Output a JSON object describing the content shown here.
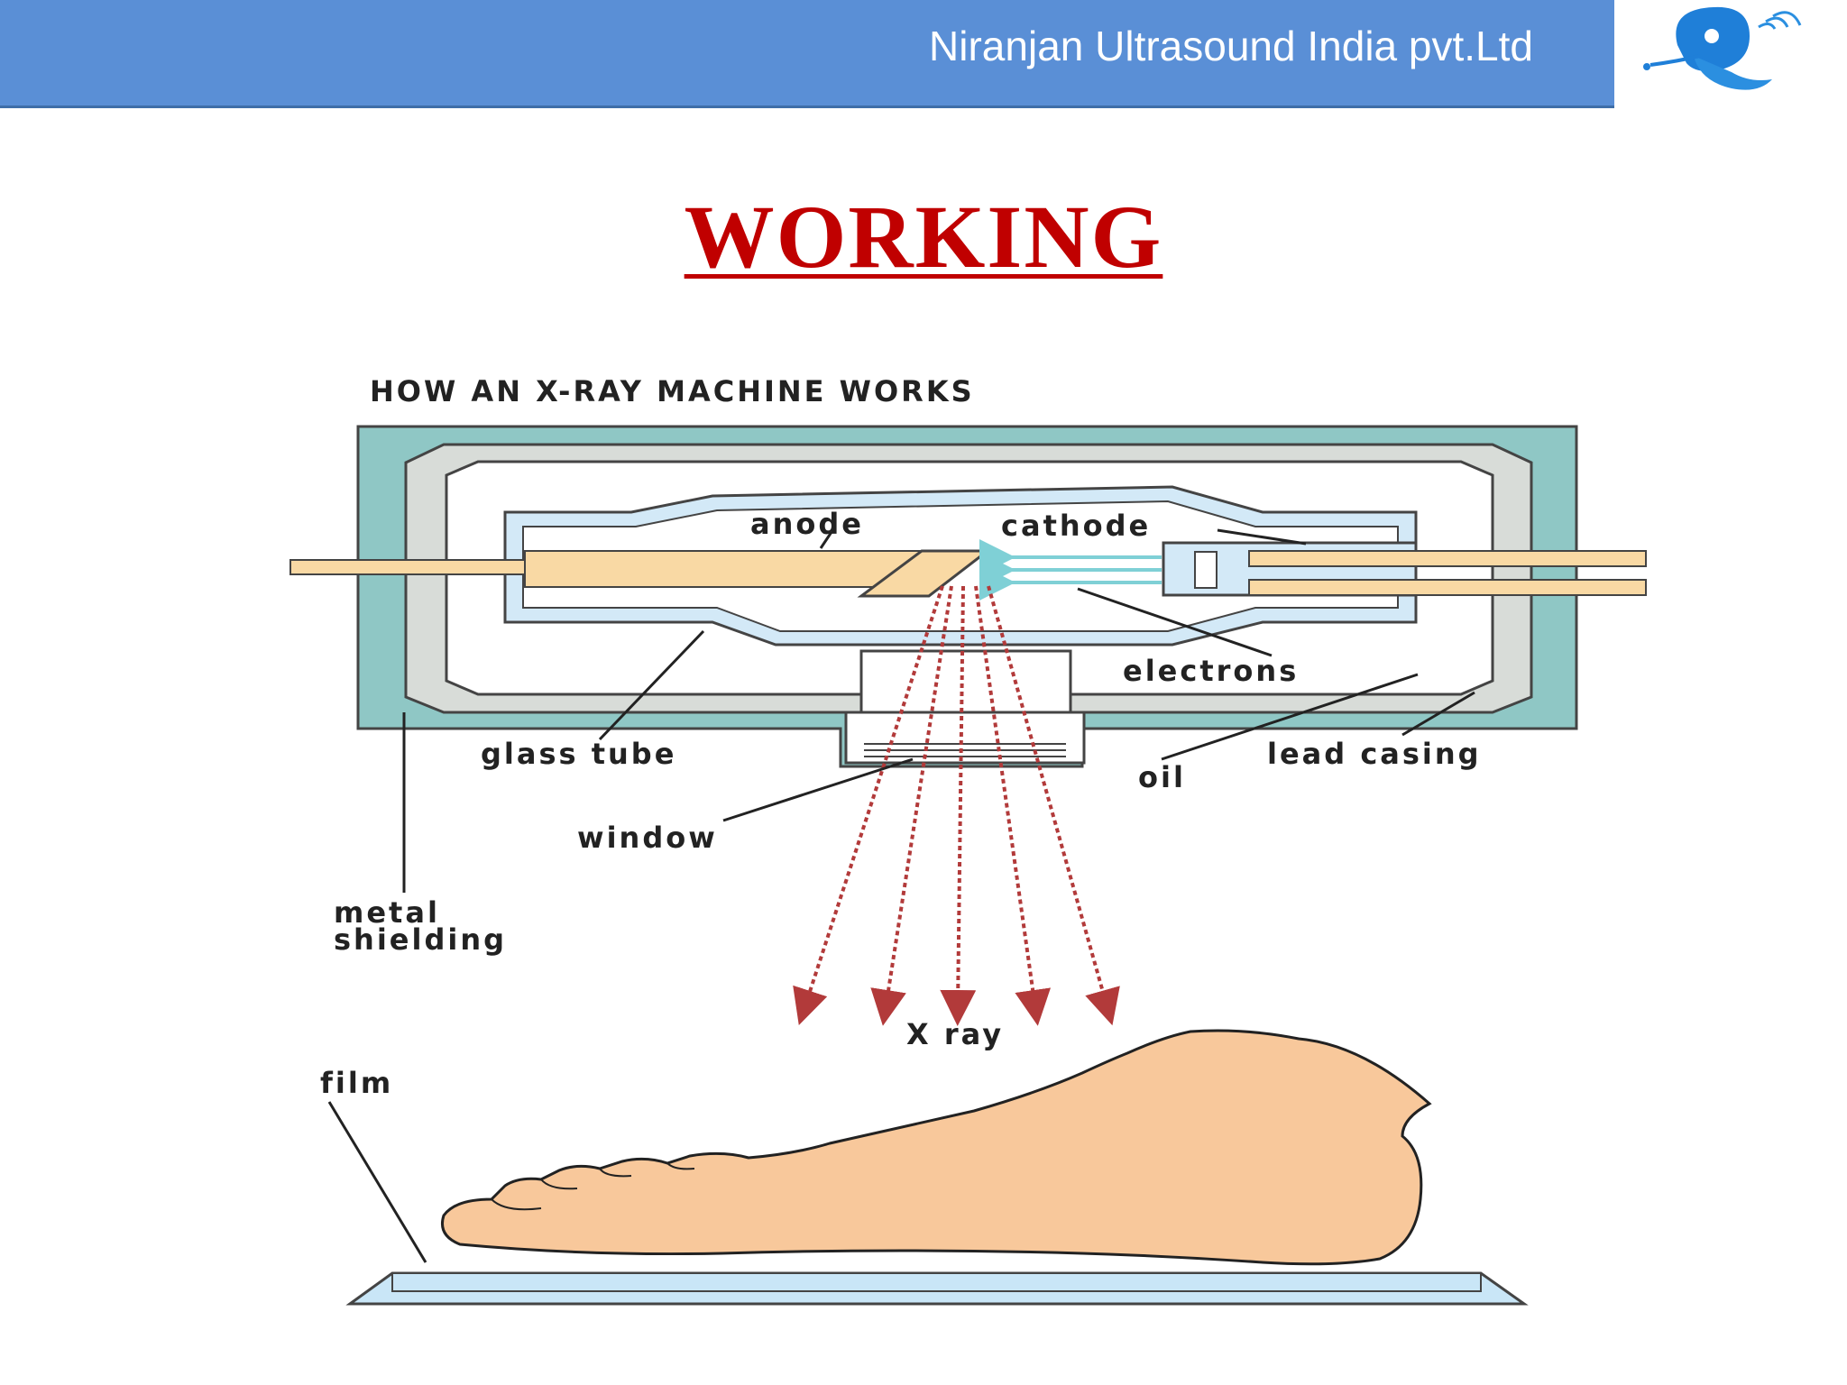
{
  "header": {
    "company_name": "Niranjan Ultrasound India pvt.Ltd",
    "logo_icon": "wave-logo-icon",
    "bar_color": "#5a8fd6"
  },
  "slide": {
    "title": "WORKING",
    "title_color": "#c00000"
  },
  "diagram": {
    "heading": "HOW AN X-RAY MACHINE WORKS",
    "labels": {
      "anode": "anode",
      "cathode": "cathode",
      "electrons": "electrons",
      "glass_tube": "glass tube",
      "window": "window",
      "oil": "oil",
      "lead_casing": "lead casing",
      "metal": "metal",
      "shielding": "shielding",
      "x_ray": "X ray",
      "film": "film"
    },
    "colors": {
      "lead_casing": "#8fc7c5",
      "oil": "#d8dcd8",
      "glass": "#d3e9f7",
      "anode": "#f9d9a4",
      "ray": "#b23a3a",
      "foot": "#f8c89b",
      "film": "#c9e6f7"
    }
  }
}
